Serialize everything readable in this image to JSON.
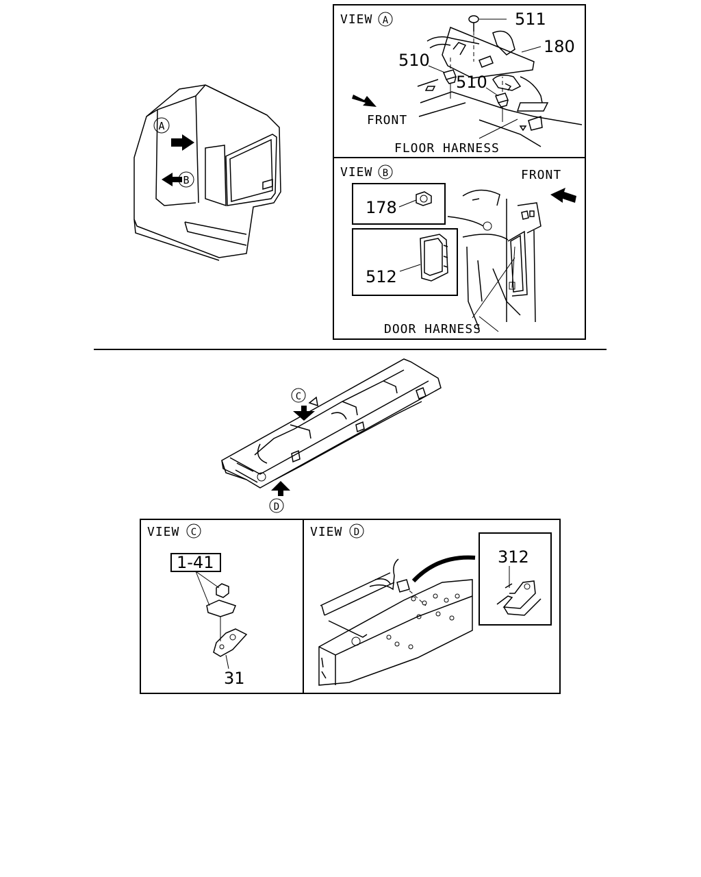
{
  "views": {
    "a": {
      "title": "VIEW",
      "letter": "A",
      "front": "FRONT",
      "harness": "FLOOR HARNESS",
      "parts": [
        "511",
        "180",
        "510",
        "510"
      ]
    },
    "b": {
      "title": "VIEW",
      "letter": "B",
      "front": "FRONT",
      "harness": "DOOR HARNESS",
      "parts": [
        "178",
        "512"
      ]
    },
    "c": {
      "title": "VIEW",
      "letter": "C",
      "ref": "1-41",
      "parts": [
        "31"
      ]
    },
    "d": {
      "title": "VIEW",
      "letter": "D",
      "parts": [
        "312"
      ]
    }
  },
  "markers": {
    "cab_a": "A",
    "cab_b": "B",
    "frame_c": "C",
    "frame_d": "D"
  }
}
